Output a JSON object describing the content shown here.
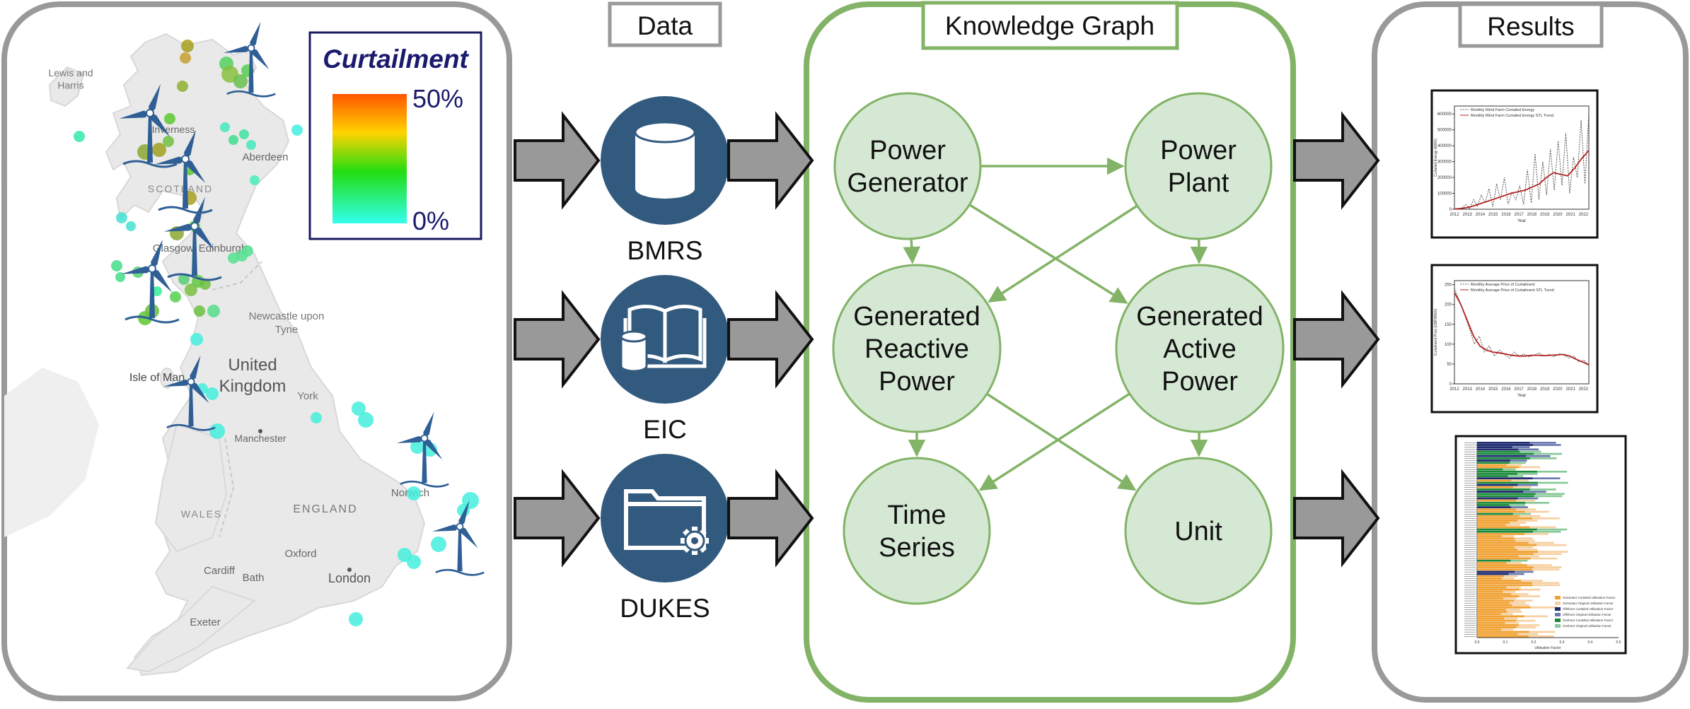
{
  "map": {
    "labels": [
      "Lewis and Harris",
      "Inverness",
      "Aberdeen",
      "SCOTLAND",
      "Glasgow",
      "Edinburgh",
      "Newcastle upon Tyne",
      "Isle of Man",
      "United Kingdom",
      "York",
      "Manchester",
      "Norwich",
      "WALES",
      "ENGLAND",
      "Oxford",
      "Cardiff",
      "Bath",
      "London",
      "Exeter"
    ],
    "legend": {
      "title": "Curtailment",
      "max_label": "50%",
      "min_label": "0%",
      "gradient_colors": [
        "#ff5500",
        "#ffd400",
        "#22dd11",
        "#33ffee"
      ]
    }
  },
  "data_panel": {
    "header": "Data",
    "sources": [
      {
        "label": "BMRS",
        "icon": "database-icon"
      },
      {
        "label": "EIC",
        "icon": "book-database-icon"
      },
      {
        "label": "DUKES",
        "icon": "folder-gear-icon"
      }
    ]
  },
  "knowledge_graph": {
    "header": "Knowledge Graph",
    "nodes": [
      {
        "id": "power-generator",
        "lines": [
          "Power",
          "Generator"
        ]
      },
      {
        "id": "power-plant",
        "lines": [
          "Power",
          "Plant"
        ]
      },
      {
        "id": "generated-reactive-power",
        "lines": [
          "Generated",
          "Reactive",
          "Power"
        ]
      },
      {
        "id": "generated-active-power",
        "lines": [
          "Generated",
          "Active",
          "Power"
        ]
      },
      {
        "id": "time-series",
        "lines": [
          "Time",
          "Series"
        ]
      },
      {
        "id": "unit",
        "lines": [
          "Unit"
        ]
      }
    ],
    "edges": [
      [
        "power-generator",
        "power-plant"
      ],
      [
        "power-generator",
        "generated-reactive-power"
      ],
      [
        "power-generator",
        "generated-active-power"
      ],
      [
        "power-plant",
        "generated-reactive-power"
      ],
      [
        "power-plant",
        "generated-active-power"
      ],
      [
        "generated-reactive-power",
        "time-series"
      ],
      [
        "generated-reactive-power",
        "unit"
      ],
      [
        "generated-active-power",
        "time-series"
      ],
      [
        "generated-active-power",
        "unit"
      ]
    ],
    "colors": {
      "node_fill": "#d5e8d4",
      "node_stroke": "#82b366",
      "frame": "#82b366"
    }
  },
  "results": {
    "header": "Results",
    "charts": [
      {
        "type": "line",
        "series_names": [
          "Monthly Wind Farm Curtailed Energy",
          "Monthly Wind Farm Curtailed Energy STL Trend"
        ],
        "x_ticks": [
          "2012",
          "2013",
          "2014",
          "2015",
          "2016",
          "2017",
          "2018",
          "2019",
          "2020",
          "2021",
          "2022"
        ],
        "y_ticks": [
          "0",
          "100000",
          "200000",
          "300000",
          "400000",
          "500000",
          "600000"
        ],
        "xlabel": "Year",
        "ylabel": "Curtailed Energy (MWh)",
        "ylim": [
          0,
          650000
        ],
        "trend": [
          2000,
          5000,
          12000,
          25000,
          40000,
          55000,
          70000,
          85000,
          100000,
          110000,
          120000,
          140000,
          160000,
          200000,
          230000,
          220000,
          210000,
          260000,
          320000,
          370000
        ],
        "monthly": [
          0,
          0,
          10000,
          30000,
          5000,
          60000,
          20000,
          90000,
          40000,
          130000,
          15000,
          160000,
          60000,
          200000,
          30000,
          110000,
          60000,
          150000,
          30000,
          250000,
          40000,
          350000,
          60000,
          300000,
          90000,
          380000,
          120000,
          430000,
          150000,
          480000,
          100000,
          330000,
          200000,
          560000,
          160000,
          610000
        ]
      },
      {
        "type": "line",
        "series_names": [
          "Monthly Average Price of Curtailment",
          "Monthly Average Price of Curtailment STL Trend"
        ],
        "x_ticks": [
          "2012",
          "2013",
          "2014",
          "2015",
          "2016",
          "2017",
          "2018",
          "2019",
          "2020",
          "2021",
          "2022"
        ],
        "y_ticks": [
          "0",
          "50",
          "100",
          "150",
          "200",
          "250"
        ],
        "xlabel": "Year",
        "ylabel": "Curtailment Price (GBP/MWh)",
        "ylim": [
          0,
          260
        ],
        "trend": [
          230,
          200,
          160,
          120,
          95,
          85,
          80,
          78,
          75,
          72,
          70,
          70,
          72,
          72,
          71,
          72,
          73,
          74,
          70,
          62,
          55,
          48
        ],
        "monthly": [
          240,
          210,
          175,
          140,
          100,
          120,
          80,
          95,
          70,
          85,
          75,
          65,
          80,
          70,
          75,
          68,
          72,
          78,
          70,
          74,
          68,
          76,
          72,
          65,
          70,
          55,
          60,
          45
        ]
      },
      {
        "type": "bar",
        "xlabel": "Utilisation Factor",
        "x_ticks": [
          "0.0",
          "0.1",
          "0.2",
          "0.3",
          "0.4",
          "0.5"
        ],
        "legend": [
          "Generator Curtailed Utilisation Factor",
          "Generator Original Utilisation Factor",
          "Offshore Curtailed Utilisation Factor",
          "Offshore Original Utilisation Factor",
          "Onshore Curtailed Utilisation Factor",
          "Onshore Original Utilisation Factor"
        ],
        "colors": [
          "#f0a030",
          "#f6d0a0",
          "#1f2a70",
          "#6a7ab0",
          "#1a8a3a",
          "#88c898"
        ]
      }
    ]
  }
}
